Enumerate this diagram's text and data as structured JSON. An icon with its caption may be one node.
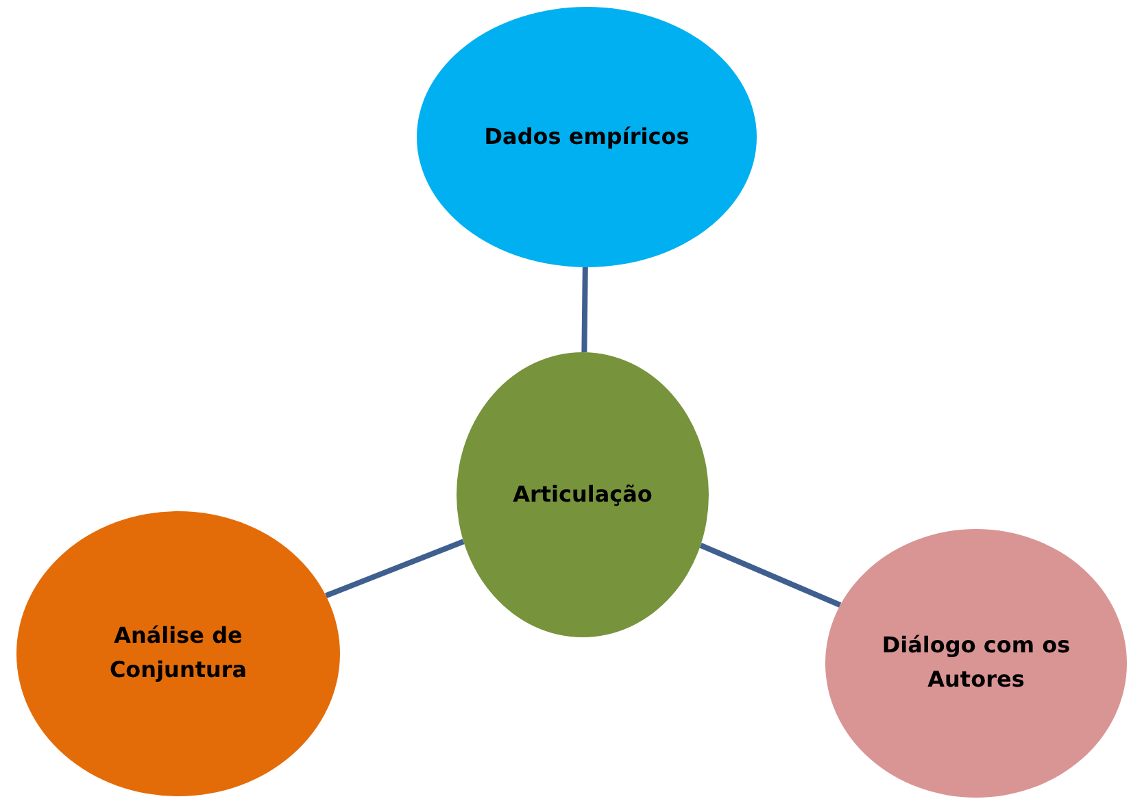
{
  "diagram": {
    "nodes": [
      {
        "text": [
          "Dados empíricos"
        ]
      },
      {
        "text": [
          "Articulação"
        ]
      },
      {
        "text": [
          "Análise de Conjuntura"
        ]
      },
      {
        "text": [
          "Diálogo com os Autores"
        ]
      }
    ],
    "edges": [
      {
        "from": 1,
        "to": 0,
        "arrow": "none"
      },
      {
        "from": 1,
        "to": 2,
        "arrow": "none"
      },
      {
        "from": 1,
        "to": 3,
        "arrow": "none"
      }
    ]
  }
}
